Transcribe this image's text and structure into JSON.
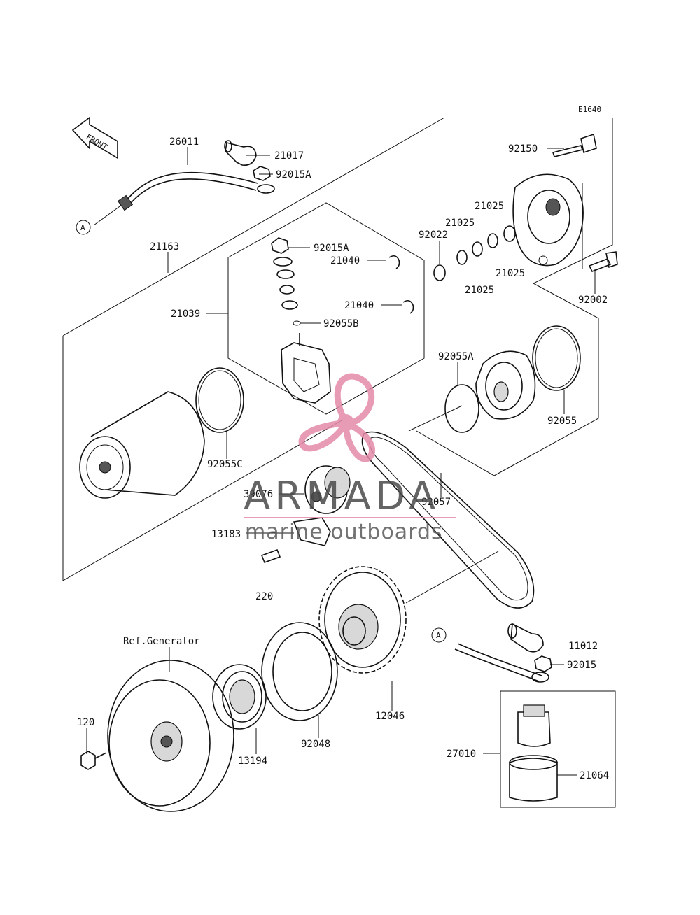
{
  "diagram_code": "E1640",
  "front_arrow_label": "FRONT",
  "ref_marker": "A",
  "labels": [
    {
      "id": "26011",
      "text": "26011"
    },
    {
      "id": "21017",
      "text": "21017"
    },
    {
      "id": "92015A-top",
      "text": "92015A"
    },
    {
      "id": "92015A-mid",
      "text": "92015A"
    },
    {
      "id": "21163",
      "text": "21163"
    },
    {
      "id": "21040-a",
      "text": "21040"
    },
    {
      "id": "21040-b",
      "text": "21040"
    },
    {
      "id": "21039",
      "text": "21039"
    },
    {
      "id": "92055B",
      "text": "92055B"
    },
    {
      "id": "92150",
      "text": "92150"
    },
    {
      "id": "21025-a",
      "text": "21025"
    },
    {
      "id": "21025-b",
      "text": "21025"
    },
    {
      "id": "21025-c",
      "text": "21025"
    },
    {
      "id": "21025-d",
      "text": "21025"
    },
    {
      "id": "92022",
      "text": "92022"
    },
    {
      "id": "92002",
      "text": "92002"
    },
    {
      "id": "92055A",
      "text": "92055A"
    },
    {
      "id": "92055",
      "text": "92055"
    },
    {
      "id": "92055C",
      "text": "92055C"
    },
    {
      "id": "39076",
      "text": "39076"
    },
    {
      "id": "92057",
      "text": "92057"
    },
    {
      "id": "13183",
      "text": "13183"
    },
    {
      "id": "220",
      "text": "220"
    },
    {
      "id": "ref-generator",
      "text": "Ref.Generator"
    },
    {
      "id": "11012",
      "text": "11012"
    },
    {
      "id": "92015",
      "text": "92015"
    },
    {
      "id": "120",
      "text": "120"
    },
    {
      "id": "13194",
      "text": "13194"
    },
    {
      "id": "92048",
      "text": "92048"
    },
    {
      "id": "12046",
      "text": "12046"
    },
    {
      "id": "27010",
      "text": "27010"
    },
    {
      "id": "21064",
      "text": "21064"
    }
  ],
  "watermark": {
    "brand": "ARMADA",
    "tagline": "marine outboards",
    "accent_color": "#e58aa8"
  }
}
